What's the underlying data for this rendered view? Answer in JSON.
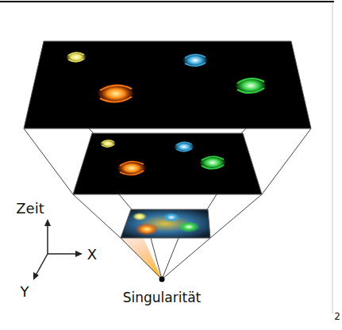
{
  "diagram": {
    "labels": [
      "Zeit",
      "X",
      "Y",
      "Singularität",
      "2"
    ]
  }
}
